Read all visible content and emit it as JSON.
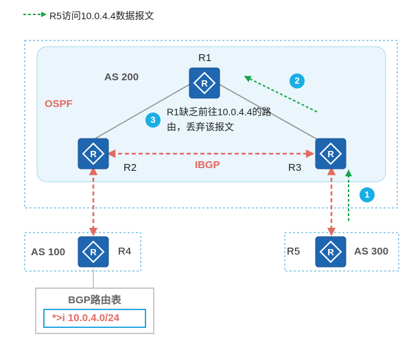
{
  "legend": {
    "text": "R5访问10.0.4.4数据报文"
  },
  "areas": {
    "as200": "AS 200",
    "ospf": "OSPF",
    "as100": "AS 100",
    "as300": "AS 300"
  },
  "routers": [
    {
      "id": "r1",
      "label": "R1",
      "icon_letter": "R"
    },
    {
      "id": "r2",
      "label": "R2",
      "icon_letter": "R"
    },
    {
      "id": "r3",
      "label": "R3",
      "icon_letter": "R"
    },
    {
      "id": "r4",
      "label": "R4",
      "icon_letter": "R"
    },
    {
      "id": "r5",
      "label": "R5",
      "icon_letter": "R"
    }
  ],
  "links": {
    "ibgp": "IBGP"
  },
  "note": {
    "text": "R1缺乏前往10.0.4.4的路由，丢弃该报文"
  },
  "steps": [
    "1",
    "2",
    "3"
  ],
  "bgp_table": {
    "title": "BGP路由表",
    "entry": "*>i  10.0.4.0/24"
  },
  "colors": {
    "router": "#1f66b0",
    "dashed_red": "#e26a63",
    "dashed_green": "#19a34a",
    "step_badge": "#19aee5",
    "as_box_border": "#3aa3d6",
    "ospf_fill": "#eaf6fc",
    "ospf_border": "#a6d8f0"
  }
}
